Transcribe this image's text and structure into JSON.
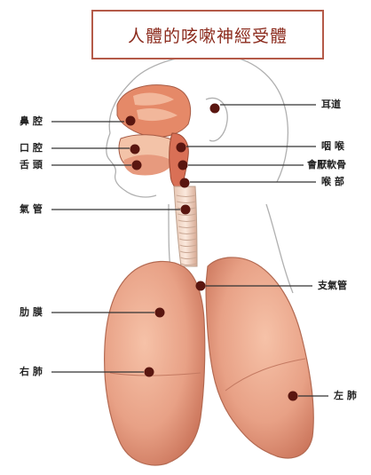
{
  "title": "人體的咳嗽神經受體",
  "labels": {
    "nasal_cavity": "鼻 腔",
    "oral_cavity": "口 腔",
    "tongue": "舌 頭",
    "trachea": "氣 管",
    "pleura": "肋 膜",
    "right_lung": "右 肺",
    "ear_canal": "耳道",
    "pharynx": "咽 喉",
    "epiglottis": "會厭軟骨",
    "larynx": "喉 部",
    "bronchus": "支氣管",
    "left_lung": "左 肺"
  },
  "colors": {
    "title_border": "#b45a48",
    "title_text": "#8b2a1c",
    "lung_fill": "#e8a186",
    "lung_shade": "#c97258",
    "receptor_dot": "#5a1610",
    "outline": "#9a9a9a"
  }
}
